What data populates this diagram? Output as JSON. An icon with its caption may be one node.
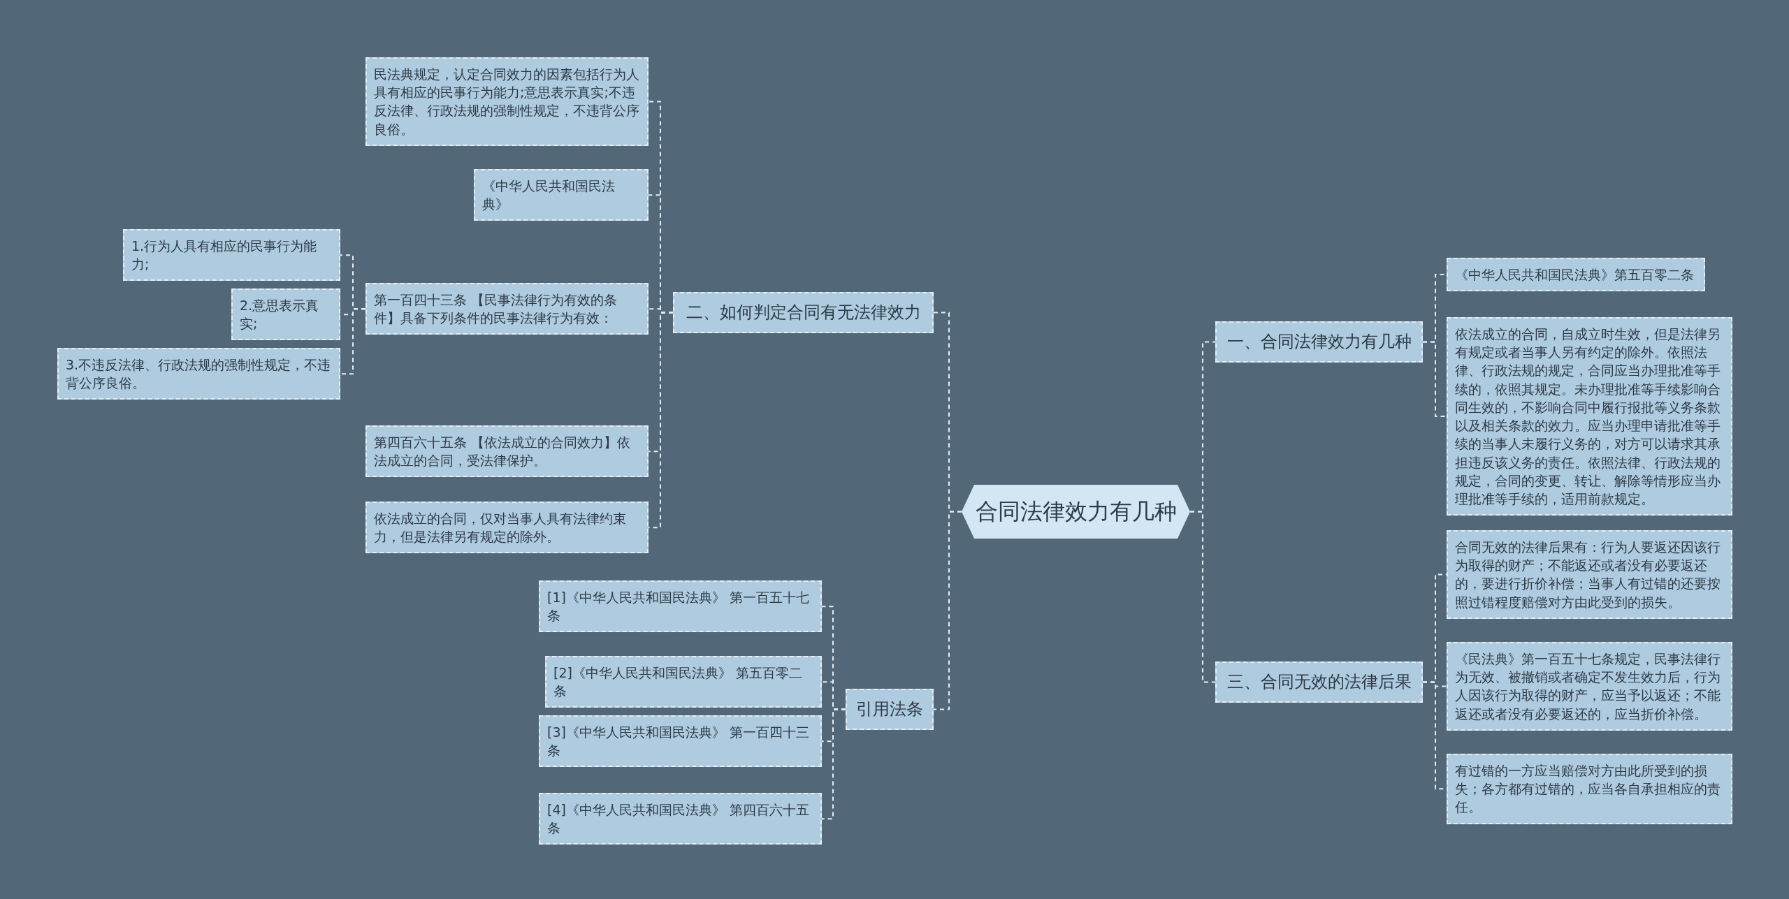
{
  "diagram": {
    "nodes": [
      {
        "text": [
          "合同法律效力有几种"
        ]
      },
      {
        "text": [
          "一、合同法律效力有几种"
        ]
      },
      {
        "text": [
          "《中华人民共和国民法典》第五百零二条"
        ]
      },
      {
        "text": [
          "依法成立的合同，自成立时生效，但是法律另有规定或者当事人另有约定的除外。依照法律、行政法规的规定，合同应当办理批准等手续的，依照其规定。未办理批准等手续影响合同生效的，不影响合同中履行报批等义务条款以及相关条款的效力。应当办理申请批准等手续的当事人未履行义务的，对方可以请求其承担违反该义务的责任。依照法律、行政法规的规定，合同的变更、转让、解除等情形应当办理批准等手续的，适用前款规定。"
        ]
      },
      {
        "text": [
          "三、合同无效的法律后果"
        ]
      },
      {
        "text": [
          "合同无效的法律后果有：行为人要返还因该行为取得的财产；不能返还或者没有必要返还的，要进行折价补偿；当事人有过错的还要按照过错程度赔偿对方由此受到的损失。"
        ]
      },
      {
        "text": [
          "《民法典》第一百五十七条规定，民事法律行为无效、被撤销或者确定不发生效力后，行为人因该行为取得的财产，应当予以返还；不能返还或者没有必要返还的，应当折价补偿。"
        ]
      },
      {
        "text": [
          "有过错的一方应当赔偿对方由此所受到的损失；各方都有过错的，应当各自承担相应的责任。"
        ]
      },
      {
        "text": [
          "二、如何判定合同有无法律效力"
        ]
      },
      {
        "text": [
          "民法典规定，认定合同效力的因素包括行为人具有相应的民事行为能力;意思表示真实;不违反法律、行政法规的强制性规定，不违背公序良俗。"
        ]
      },
      {
        "text": [
          "《中华人民共和国民法典》"
        ]
      },
      {
        "text": [
          "第一百四十三条 【民事法律行为有效的条件】具备下列条件的民事法律行为有效："
        ]
      },
      {
        "text": [
          "1.行为人具有相应的民事行为能力;"
        ]
      },
      {
        "text": [
          "2.意思表示真实;"
        ]
      },
      {
        "text": [
          "3.不违反法律、行政法规的强制性规定，不违背公序良俗。"
        ]
      },
      {
        "text": [
          "第四百六十五条 【依法成立的合同效力】依法成立的合同，受法律保护。"
        ]
      },
      {
        "text": [
          "依法成立的合同，仅对当事人具有法律约束力，但是法律另有规定的除外。"
        ]
      },
      {
        "text": [
          "引用法条"
        ]
      },
      {
        "text": [
          "[1]《中华人民共和国民法典》 第一百五十七条"
        ]
      },
      {
        "text": [
          "[2]《中华人民共和国民法典》 第五百零二条"
        ]
      },
      {
        "text": [
          "[3]《中华人民共和国民法典》 第一百四十三条"
        ]
      },
      {
        "text": [
          "[4]《中华人民共和国民法典》 第四百六十五条"
        ]
      }
    ],
    "edges": [
      {
        "from": 0,
        "to": 1,
        "arrow": "none"
      },
      {
        "from": 1,
        "to": 2,
        "arrow": "none"
      },
      {
        "from": 1,
        "to": 3,
        "arrow": "none"
      },
      {
        "from": 0,
        "to": 4,
        "arrow": "none"
      },
      {
        "from": 4,
        "to": 5,
        "arrow": "none"
      },
      {
        "from": 4,
        "to": 6,
        "arrow": "none"
      },
      {
        "from": 4,
        "to": 7,
        "arrow": "none"
      },
      {
        "from": 0,
        "to": 8,
        "arrow": "none"
      },
      {
        "from": 8,
        "to": 9,
        "arrow": "none"
      },
      {
        "from": 8,
        "to": 10,
        "arrow": "none"
      },
      {
        "from": 8,
        "to": 11,
        "arrow": "none"
      },
      {
        "from": 11,
        "to": 12,
        "arrow": "none"
      },
      {
        "from": 11,
        "to": 13,
        "arrow": "none"
      },
      {
        "from": 11,
        "to": 14,
        "arrow": "none"
      },
      {
        "from": 8,
        "to": 15,
        "arrow": "none"
      },
      {
        "from": 8,
        "to": 16,
        "arrow": "none"
      },
      {
        "from": 0,
        "to": 17,
        "arrow": "none"
      },
      {
        "from": 17,
        "to": 18,
        "arrow": "none"
      },
      {
        "from": 17,
        "to": 19,
        "arrow": "none"
      },
      {
        "from": 17,
        "to": 20,
        "arrow": "none"
      },
      {
        "from": 17,
        "to": 21,
        "arrow": "none"
      }
    ]
  }
}
